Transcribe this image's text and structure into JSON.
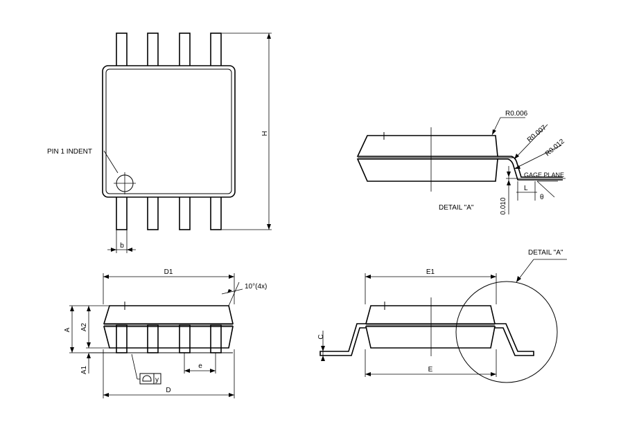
{
  "labels": {
    "pin1_indent": "PIN 1 INDENT",
    "dim_H": "H",
    "dim_b": "b",
    "dim_D1": "D1",
    "dim_D": "D",
    "dim_A": "A",
    "dim_A2": "A2",
    "dim_A1": "A1",
    "dim_e": "e",
    "angle_note": "10°(4x)",
    "flatness_y": "y",
    "dim_E1": "E1",
    "dim_E": "E",
    "dim_C": "C",
    "detail_a_callout": "DETAIL \"A\"",
    "detail_a_title": "DETAIL \"A\"",
    "r_0006": "R0.006",
    "r_0007": "R0.007",
    "r_0012": "R0.012",
    "gage_plane": "GAGE PLANE",
    "dim_L": "L",
    "theta": "θ",
    "dim_0010": "0.010"
  }
}
